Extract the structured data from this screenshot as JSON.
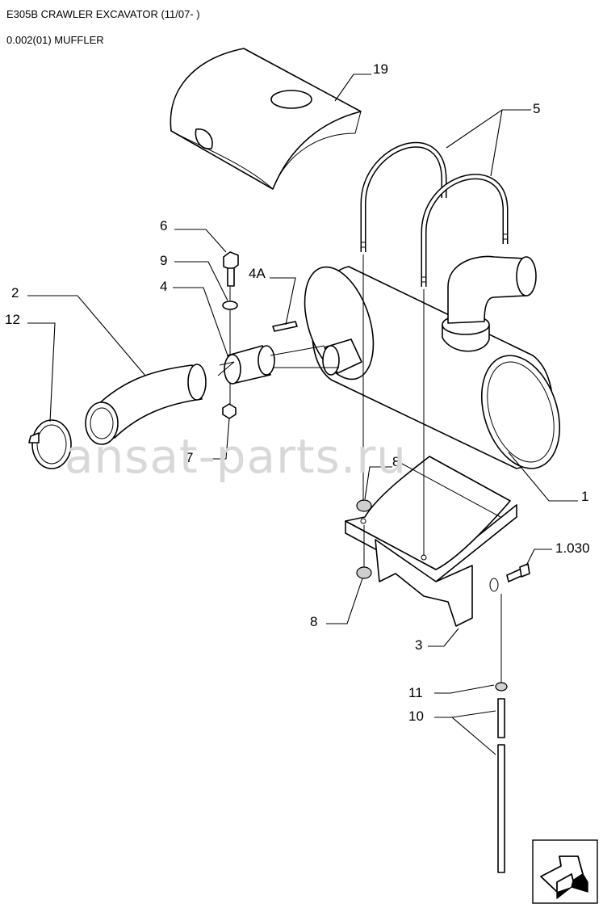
{
  "header": {
    "title": "E305B CRAWLER EXCAVATOR (11/07- )",
    "subtitle": "0.002(01) MUFFLER"
  },
  "watermark": "ansat-parts.ru",
  "callouts": {
    "c19": "19",
    "c5": "5",
    "c6": "6",
    "c9": "9",
    "c4A": "4A",
    "c4": "4",
    "c2": "2",
    "c12": "12",
    "c7": "7",
    "c8a": "8",
    "c1": "1",
    "c1030": "1.030",
    "c8b": "8",
    "c3": "3",
    "c11": "11",
    "c10": "10"
  },
  "icons": {
    "nav": "next-page-arrow-icon"
  }
}
